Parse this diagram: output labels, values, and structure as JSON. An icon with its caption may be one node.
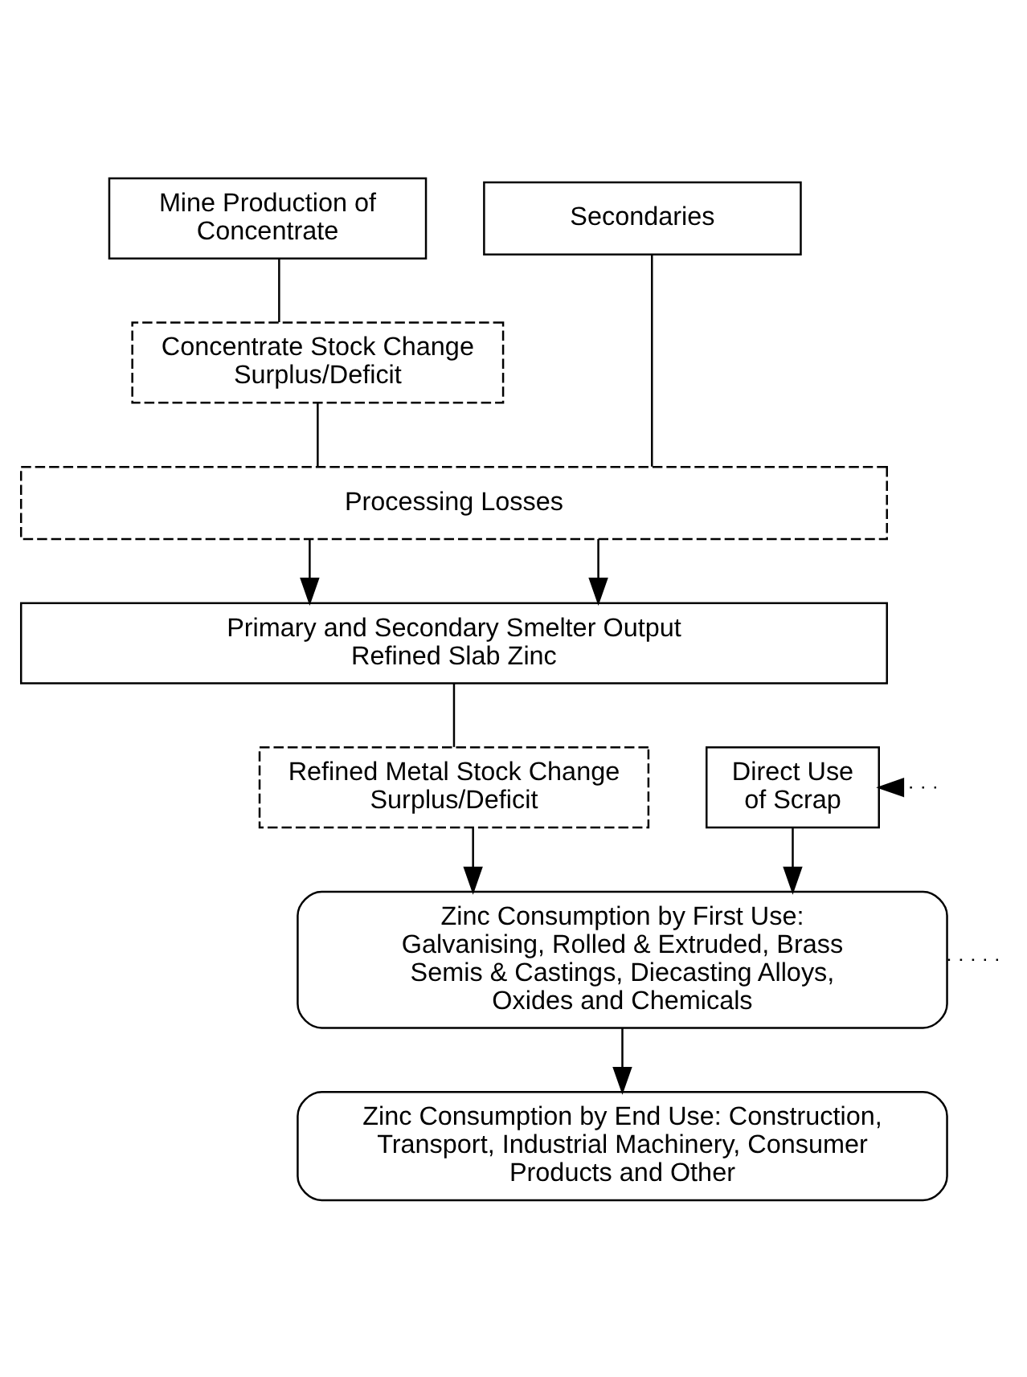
{
  "diagram": {
    "nodes": [
      {
        "text": [
          "Mine Production of Concentrate"
        ]
      },
      {
        "text": [
          "Secondaries"
        ]
      },
      {
        "text": [
          "Concentrate Stock Change Surplus/Deficit"
        ]
      },
      {
        "text": [
          "Processing Losses"
        ]
      },
      {
        "text": [
          "Primary and Secondary Smelter Output Refined Slab Zinc"
        ]
      },
      {
        "text": [
          "Refined Metal Stock Change Surplus/Deficit"
        ]
      },
      {
        "text": [
          "Direct Use of Scrap"
        ]
      },
      {
        "text": [
          "Zinc Consumption by First Use: Galvanising, Rolled & Extruded, Brass Semis & Castings, Diecasting Alloys, Oxides and Chemicals"
        ]
      },
      {
        "text": [
          "Zinc Consumption by End Use: Construction, Transport, Industrial Machinery, Consumer Products and Other"
        ]
      }
    ],
    "edges": [
      {
        "from": 0,
        "to": 2,
        "arrow": "none"
      },
      {
        "from": 2,
        "to": 3,
        "arrow": "none"
      },
      {
        "from": 1,
        "to": 3,
        "arrow": "none"
      },
      {
        "from": 3,
        "to": 4,
        "arrow": "to"
      },
      {
        "from": 3,
        "to": 4,
        "arrow": "to"
      },
      {
        "from": 4,
        "to": 5,
        "arrow": "none"
      },
      {
        "from": 5,
        "to": 7,
        "arrow": "to"
      },
      {
        "from": 6,
        "to": 7,
        "arrow": "to"
      },
      {
        "from": 7,
        "to": 8,
        "arrow": "to"
      },
      {
        "from": null,
        "to": 6,
        "arrow": "to",
        "style": "dashed"
      },
      {
        "from": 7,
        "to": null,
        "arrow": "none",
        "style": "dashed"
      }
    ]
  }
}
